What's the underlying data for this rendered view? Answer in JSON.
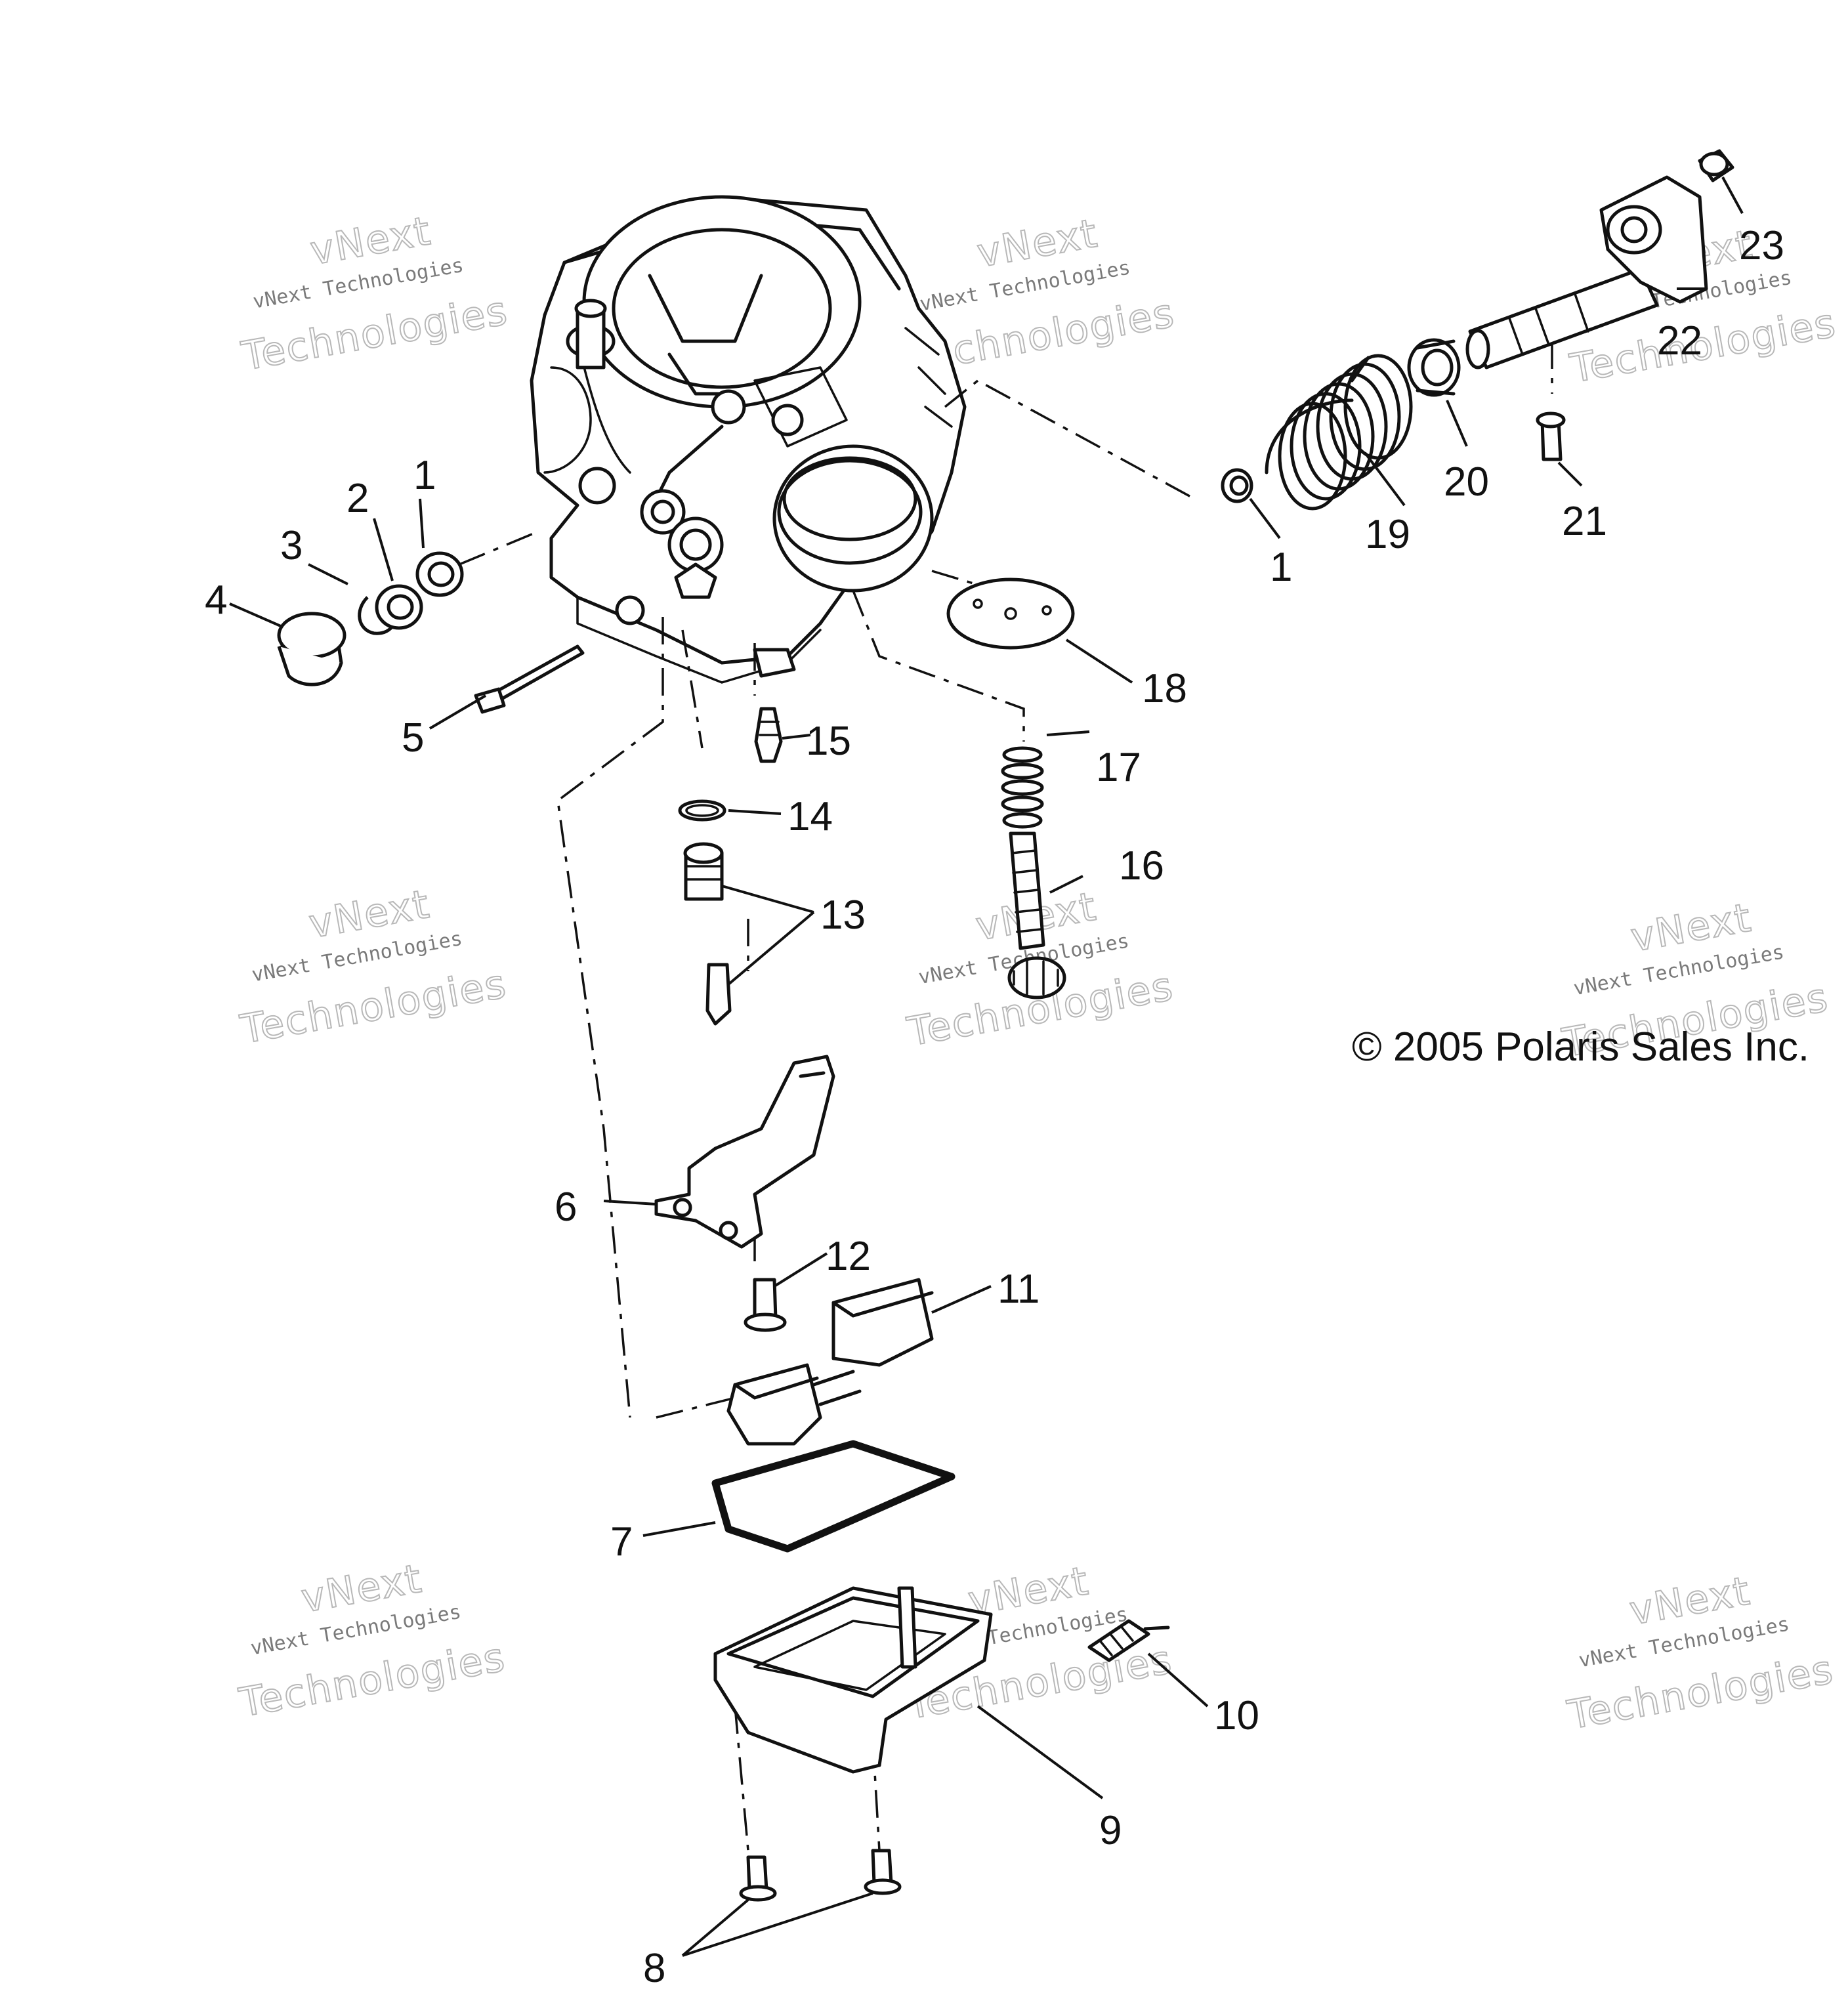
{
  "copyright": "© 2005 Polaris Sales Inc.",
  "watermark": {
    "line1": "vNext Technologies",
    "line2": "Technologies",
    "accent": "vNext"
  },
  "callouts": {
    "c1a": "1",
    "c1b": "1",
    "c2": "2",
    "c3": "3",
    "c4": "4",
    "c5": "5",
    "c6": "6",
    "c7": "7",
    "c8": "8",
    "c9": "9",
    "c10": "10",
    "c11": "11",
    "c12": "12",
    "c13": "13",
    "c14": "14",
    "c15": "15",
    "c16": "16",
    "c17": "17",
    "c18": "18",
    "c19": "19",
    "c20": "20",
    "c21": "21",
    "c22": "22",
    "c23": "23"
  },
  "colors": {
    "line": "#111111",
    "watermark": "#b8b8b8",
    "background": "#ffffff"
  }
}
